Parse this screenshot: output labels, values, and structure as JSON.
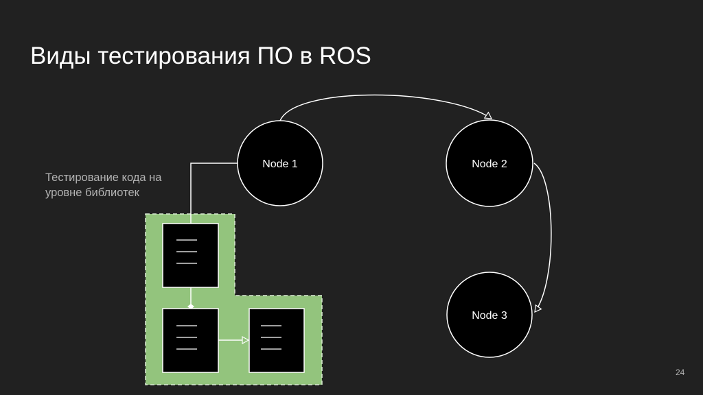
{
  "slide": {
    "title": "Виды тестирования ПО в ROS",
    "caption": "Тестирование кода на\nуровне  библиотек",
    "page_number": "24"
  },
  "nodes": [
    {
      "id": "node-1",
      "label": "Node 1"
    },
    {
      "id": "node-2",
      "label": "Node 2"
    },
    {
      "id": "node-3",
      "label": "Node 3"
    }
  ],
  "edges": [
    {
      "from": "Node 1",
      "to": "Node 2"
    },
    {
      "from": "Node 2",
      "to": "Node 3"
    }
  ],
  "colors": {
    "background": "#212121",
    "highlight_area": "#93c47d",
    "node_fill": "#000000",
    "line": "#ffffff",
    "caption_text": "#b3b3b3"
  }
}
